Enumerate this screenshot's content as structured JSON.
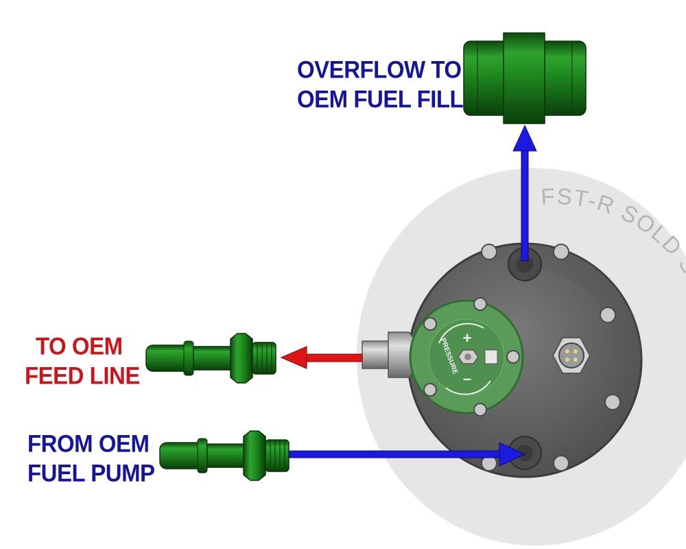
{
  "labels": {
    "overflow": {
      "line1": "OVERFLOW TO",
      "line2": "OEM FUEL FILL"
    },
    "feed": {
      "line1": "TO OEM",
      "line2": "FEED LINE"
    },
    "pump": {
      "line1": "FROM OEM",
      "line2": "FUEL PUMP"
    },
    "product_note": "FST-R SOLD SEPARATELY",
    "regulator": {
      "word": "PRESSURE",
      "plus": "+",
      "minus": "–"
    }
  },
  "colors": {
    "label_blue": "#15159a",
    "label_red": "#c8161c",
    "arrow_blue": "#1a1ae0",
    "arrow_red": "#e01414",
    "fitting_green": "#1f8f1f",
    "regulator_green": "#5a9b5a",
    "housing_gray": "#6e6e6e"
  },
  "arrows": [
    {
      "name": "overflow-arrow",
      "color": "blue",
      "direction": "up"
    },
    {
      "name": "feed-arrow",
      "color": "red",
      "direction": "left"
    },
    {
      "name": "pump-arrow",
      "color": "blue",
      "direction": "right"
    }
  ]
}
